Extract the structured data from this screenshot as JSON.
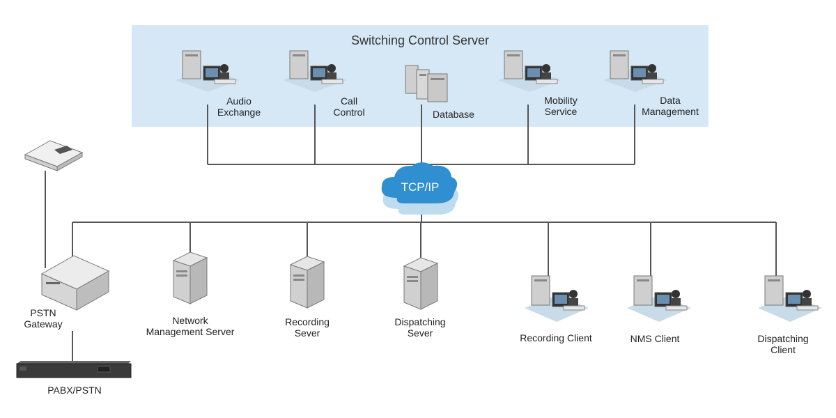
{
  "title": "Switching Control Server",
  "network": "TCP/IP",
  "colors": {
    "panel": "#d6e8f6",
    "cloud": "#2f8fd0",
    "line": "#555555"
  },
  "server_nodes": [
    {
      "id": "audio",
      "label": "Audio\nExchange",
      "icon": "workstation-icon"
    },
    {
      "id": "call",
      "label": "Call\nControl",
      "icon": "workstation-icon"
    },
    {
      "id": "db",
      "label": "Database",
      "icon": "database-servers-icon"
    },
    {
      "id": "mobility",
      "label": "Mobility\nService",
      "icon": "workstation-icon"
    },
    {
      "id": "data",
      "label": "Data\nManagement",
      "icon": "workstation-icon"
    }
  ],
  "lan_nodes": [
    {
      "id": "nms-server",
      "label": "Network\nManagement Server",
      "icon": "tower-server-icon"
    },
    {
      "id": "rec-server",
      "label": "Recording\nSever",
      "icon": "tower-server-icon"
    },
    {
      "id": "disp-server",
      "label": "Dispatching\nSever",
      "icon": "tower-server-icon"
    },
    {
      "id": "rec-client",
      "label": "Recording Client",
      "icon": "workstation-icon"
    },
    {
      "id": "nms-client",
      "label": "NMS  Client",
      "icon": "workstation-icon"
    },
    {
      "id": "disp-client",
      "label": "Dispatching\nClient",
      "icon": "workstation-icon"
    }
  ],
  "gateway": {
    "label": "PSTN\nGateway",
    "icon": "gateway-icon"
  },
  "phone": {
    "icon": "phone-icon"
  },
  "pabx": {
    "label": "PABX/PSTN",
    "icon": "rack-switch-icon"
  }
}
